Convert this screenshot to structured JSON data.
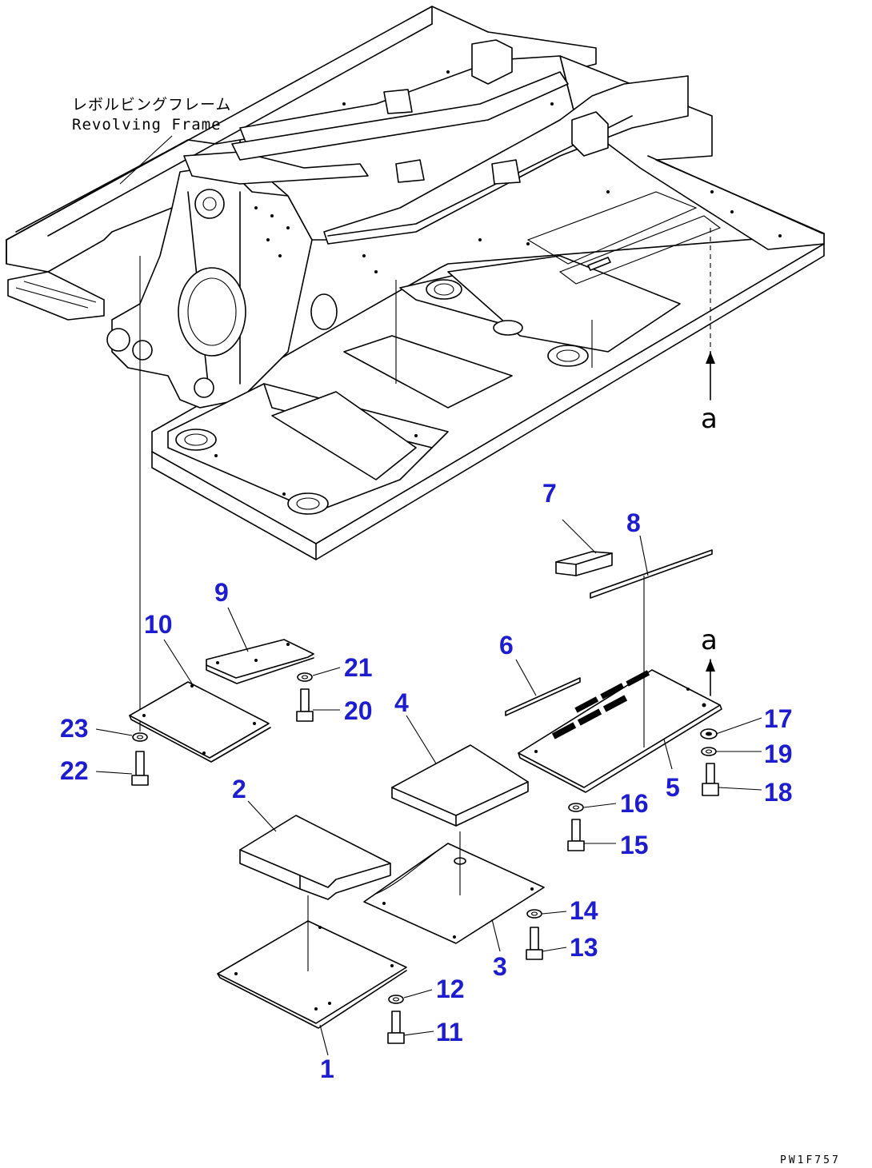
{
  "caption": {
    "jp": "レボルビングフレーム",
    "en": "Revolving Frame"
  },
  "reference_marks": [
    "a",
    "a"
  ],
  "drawing_code": "PW1F757",
  "parts": [
    {
      "no": "1",
      "kind": "cover-plate"
    },
    {
      "no": "2",
      "kind": "mat"
    },
    {
      "no": "3",
      "kind": "cover-plate"
    },
    {
      "no": "4",
      "kind": "mat"
    },
    {
      "no": "5",
      "kind": "cover-plate"
    },
    {
      "no": "6",
      "kind": "seal"
    },
    {
      "no": "7",
      "kind": "block"
    },
    {
      "no": "8",
      "kind": "seal"
    },
    {
      "no": "9",
      "kind": "cover-plate"
    },
    {
      "no": "10",
      "kind": "cover-plate"
    },
    {
      "no": "11",
      "kind": "bolt"
    },
    {
      "no": "12",
      "kind": "washer"
    },
    {
      "no": "13",
      "kind": "bolt"
    },
    {
      "no": "14",
      "kind": "washer"
    },
    {
      "no": "15",
      "kind": "bolt"
    },
    {
      "no": "16",
      "kind": "washer"
    },
    {
      "no": "17",
      "kind": "washer"
    },
    {
      "no": "18",
      "kind": "bolt"
    },
    {
      "no": "19",
      "kind": "washer"
    },
    {
      "no": "20",
      "kind": "bolt"
    },
    {
      "no": "21",
      "kind": "washer"
    },
    {
      "no": "22",
      "kind": "bolt"
    },
    {
      "no": "23",
      "kind": "washer"
    }
  ]
}
